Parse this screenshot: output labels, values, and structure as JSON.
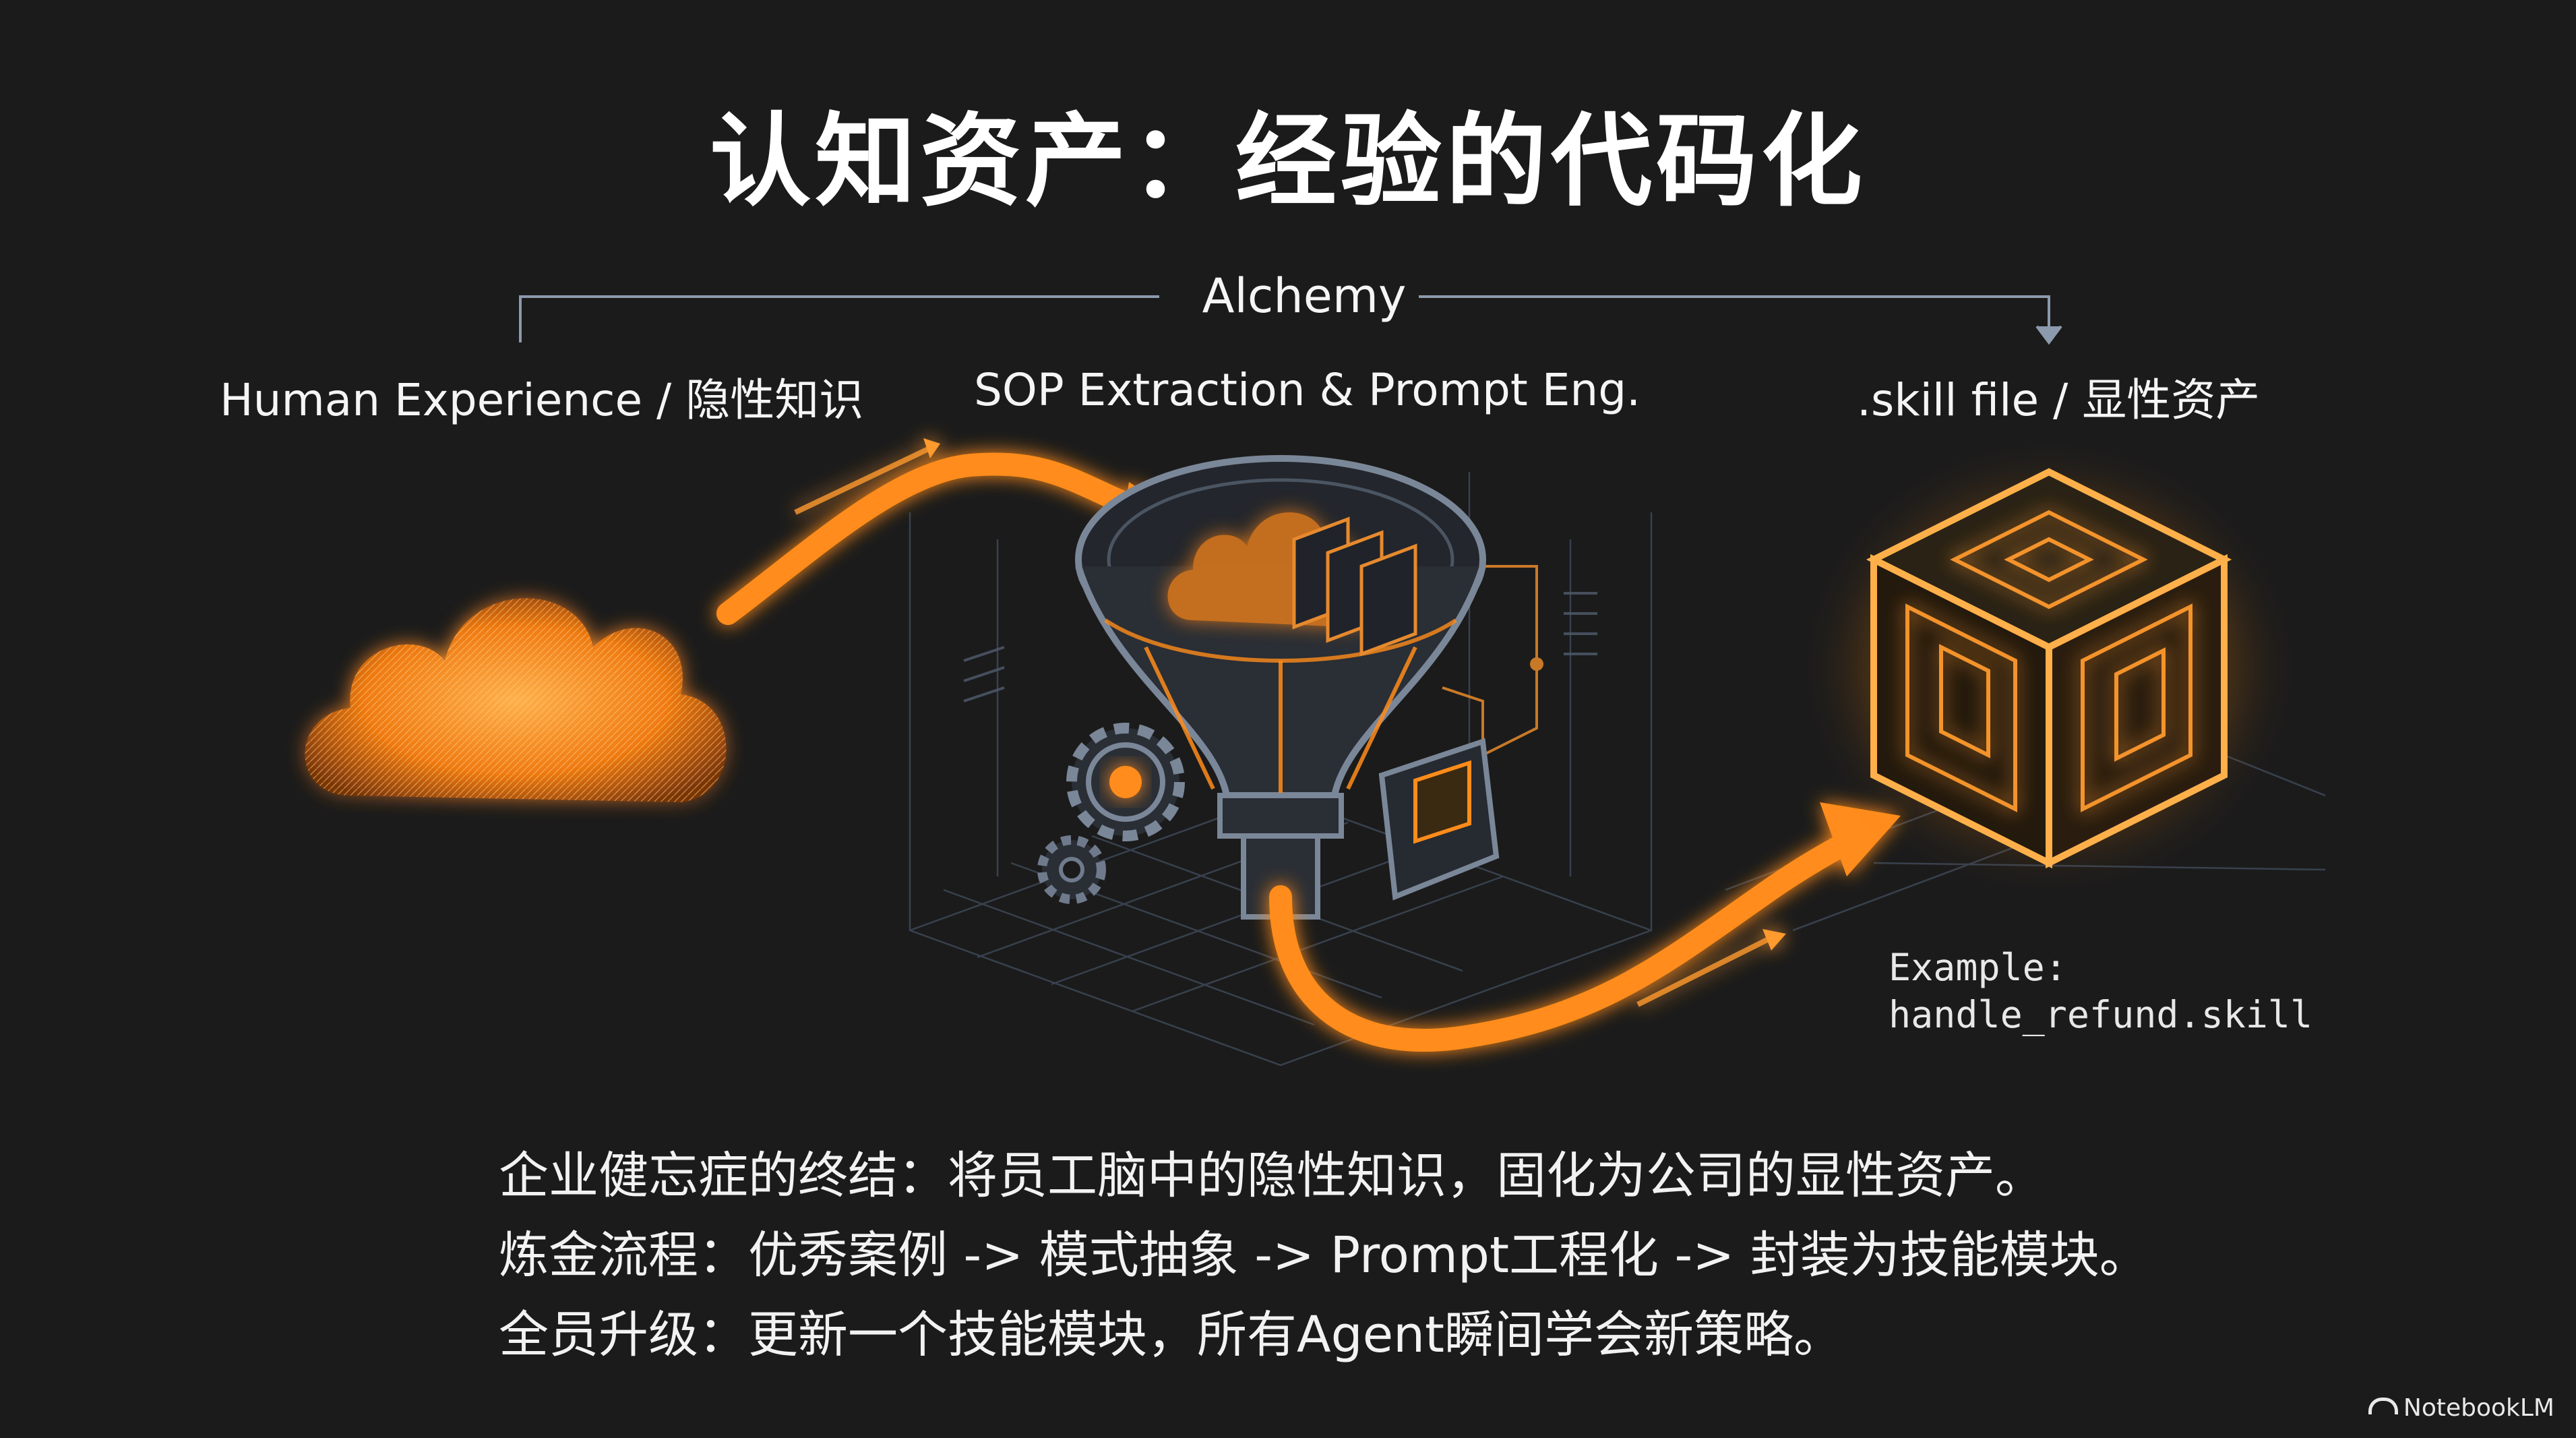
{
  "title": "认知资产：经验的代码化",
  "alchemy_label": "Alchemy",
  "stages": [
    {
      "label": "Human Experience / 隐性知识"
    },
    {
      "label": "SOP Extraction & Prompt Eng."
    },
    {
      "label": ".skill file / 显性资产"
    }
  ],
  "example": {
    "line1": "Example:",
    "line2": "handle_refund.skill"
  },
  "bullets": [
    "企业健忘症的终结：将员工脑中的隐性知识，固化为公司的显性资产。",
    "炼金流程：优秀案例 -> 模式抽象 -> Prompt工程化 -> 封装为技能模块。",
    "全员升级：更新一个技能模块，所有Agent瞬间学会新策略。"
  ],
  "brand": "NotebookLM",
  "colors": {
    "background": "#1b1b1b",
    "accent": "#ff8c1a",
    "line": "#8796a8",
    "text": "#f2f2f2"
  },
  "icons": [
    "cloud-icon",
    "funnel-icon",
    "gear-icon",
    "chip-icon",
    "cube-icon",
    "arrow-icon"
  ]
}
